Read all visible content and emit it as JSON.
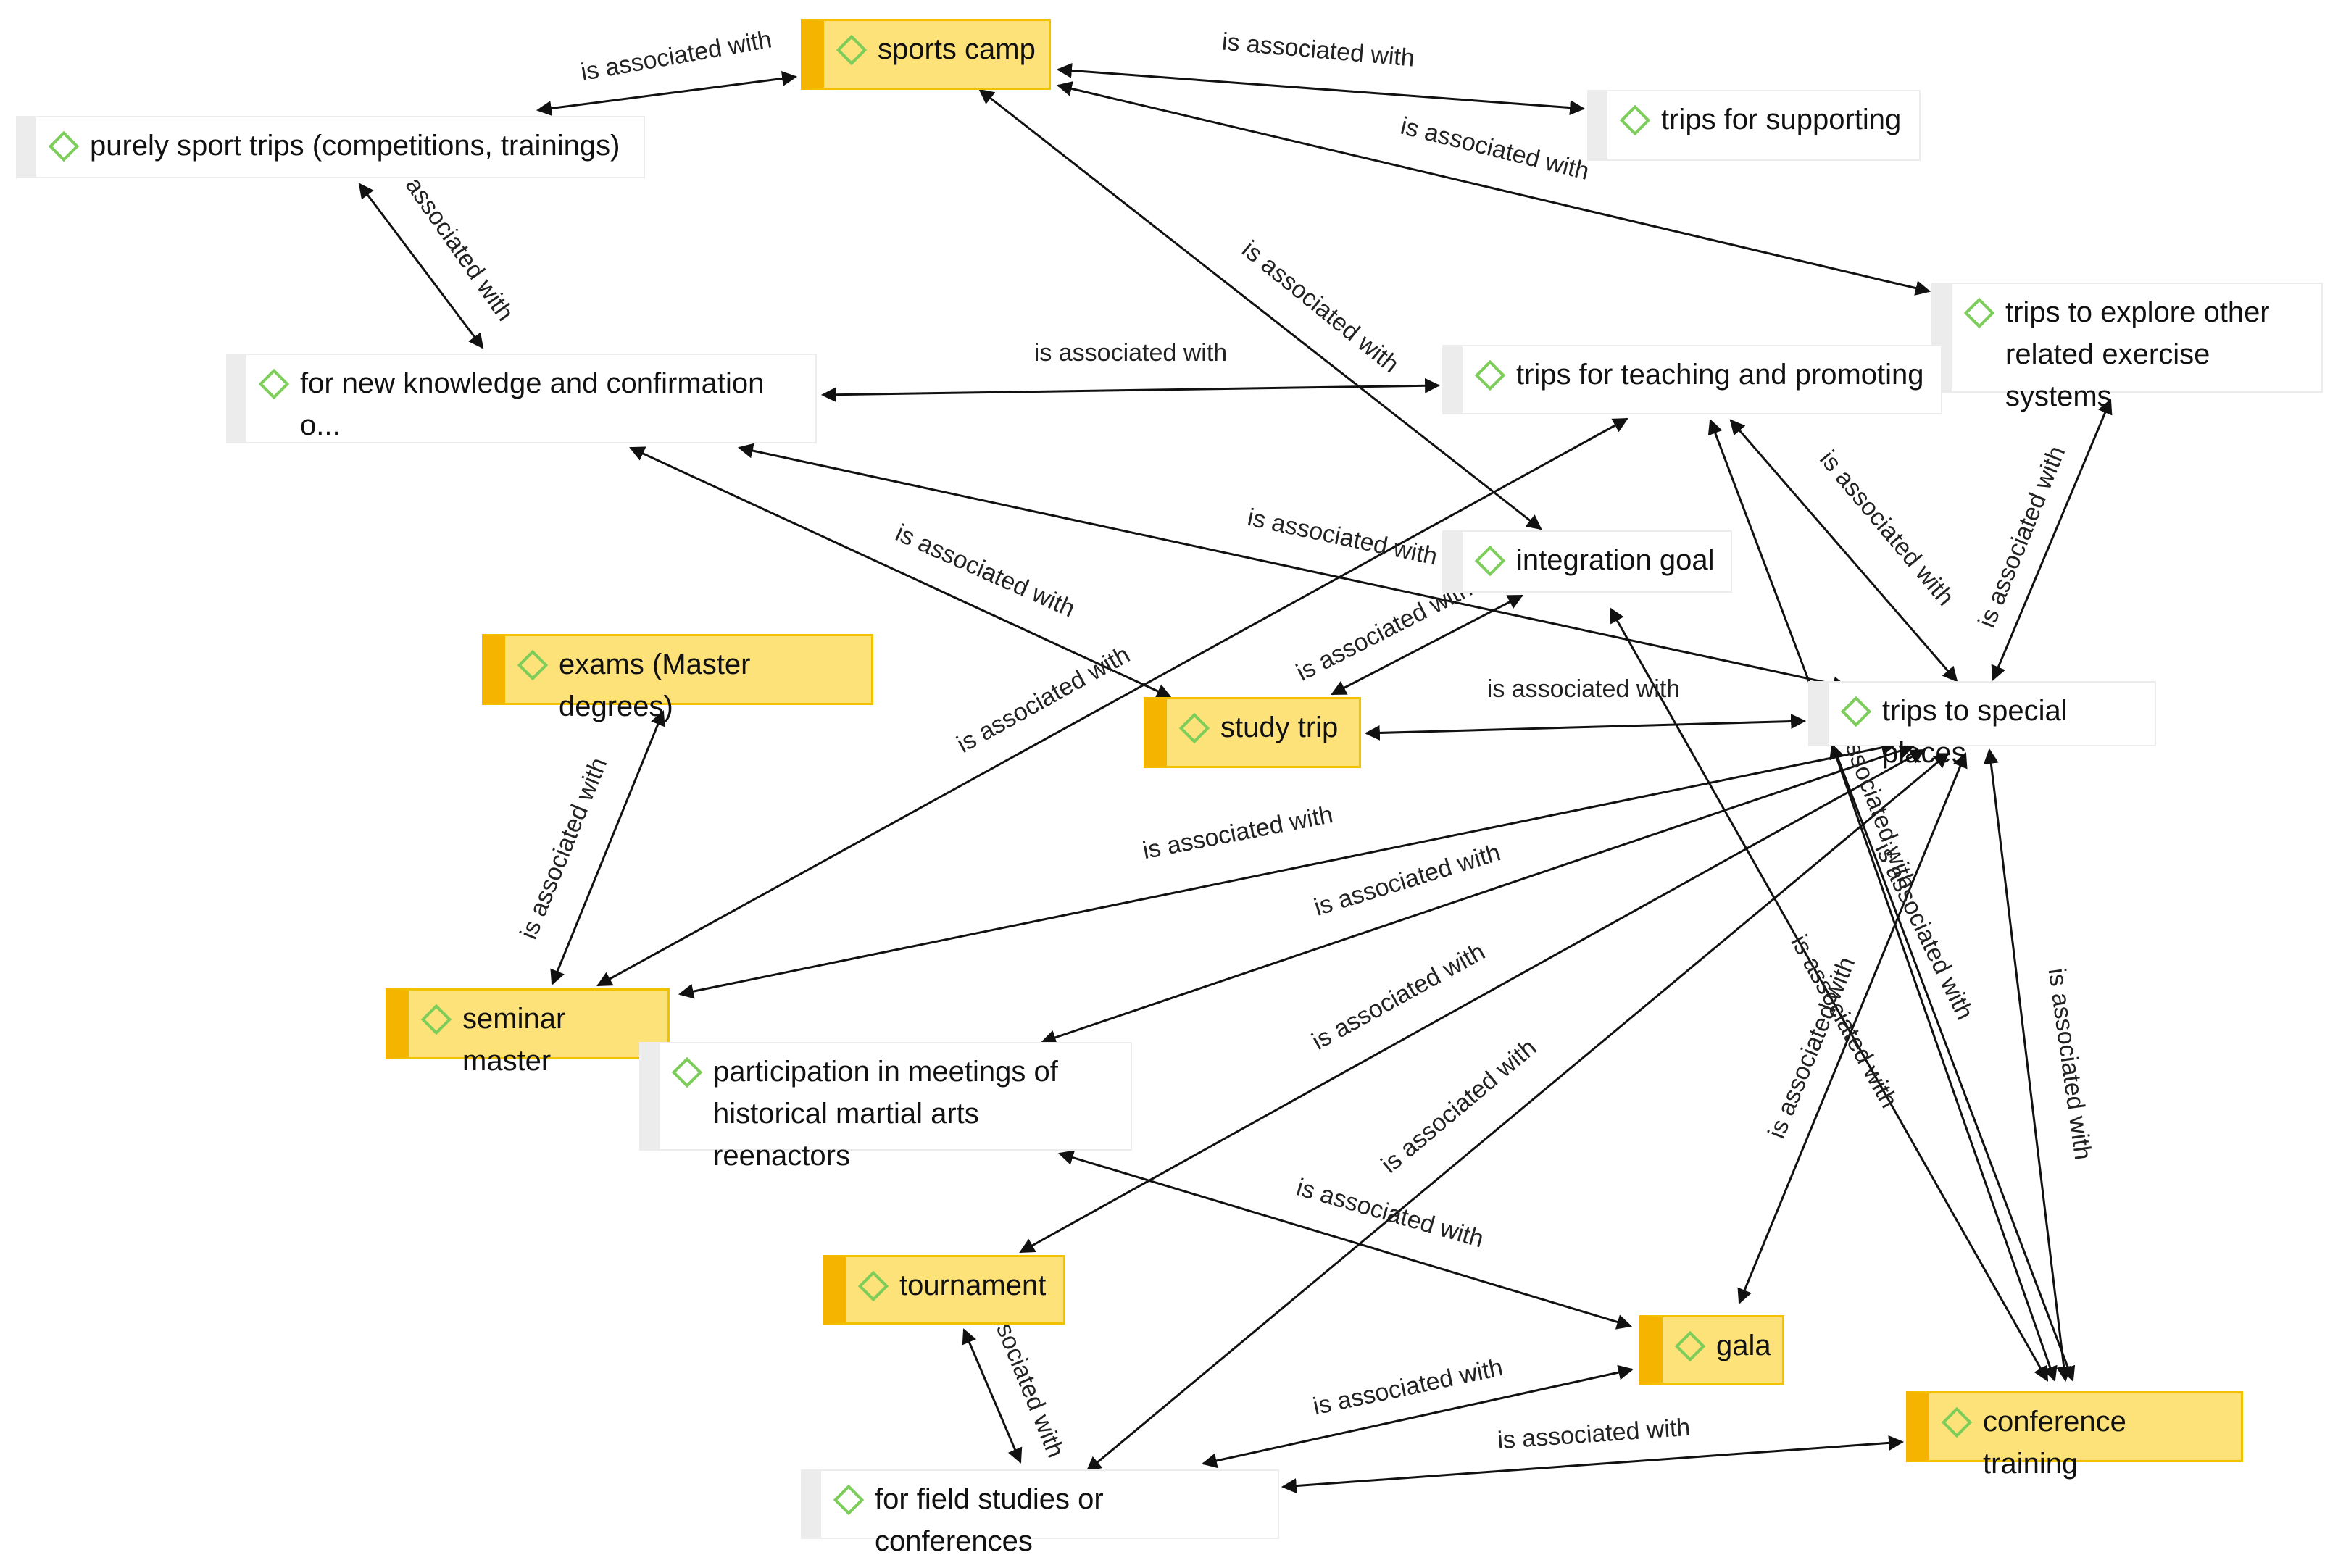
{
  "nodes": {
    "sports_camp": {
      "label": "sports camp",
      "style": "yellow"
    },
    "purely_sport_trips": {
      "label": "purely sport trips (competitions, trainings)",
      "style": "plain"
    },
    "trips_for_supporting": {
      "label": "trips for supporting",
      "style": "plain"
    },
    "trips_to_explore": {
      "label": "trips to explore other\nrelated exercise systems",
      "style": "plain"
    },
    "new_knowledge": {
      "label": "for new knowledge and confirmation o...",
      "style": "plain"
    },
    "trips_teaching": {
      "label": "trips for teaching and promoting",
      "style": "plain"
    },
    "integration_goal": {
      "label": "integration goal",
      "style": "plain"
    },
    "exams": {
      "label": "exams (Master degrees)",
      "style": "yellow"
    },
    "study_trip": {
      "label": "study trip",
      "style": "yellow"
    },
    "trips_special": {
      "label": "trips to special places",
      "style": "plain"
    },
    "seminar_master": {
      "label": "seminar master",
      "style": "yellow"
    },
    "participation": {
      "label": "participation in meetings of\nhistorical martial arts reenactors",
      "style": "plain"
    },
    "tournament": {
      "label": "tournament",
      "style": "yellow"
    },
    "gala": {
      "label": "gala",
      "style": "yellow"
    },
    "conference_training": {
      "label": "conference training",
      "style": "yellow"
    },
    "field_studies": {
      "label": "for field studies or conferences",
      "style": "plain"
    }
  },
  "edges": [
    {
      "label": "is associated with"
    },
    {
      "label": "is associated with"
    },
    {
      "label": "is associated with"
    },
    {
      "label": "is associated with"
    },
    {
      "label": "associated with"
    },
    {
      "label": "is associated with"
    },
    {
      "label": "is associated with"
    },
    {
      "label": "is associated with"
    },
    {
      "label": "is associated with"
    },
    {
      "label": "is associated with"
    },
    {
      "label": "is associated with"
    },
    {
      "label": "is associated with"
    },
    {
      "label": "is associated with"
    },
    {
      "label": "is associated with"
    },
    {
      "label": "is associated with"
    },
    {
      "label": "is associated with"
    },
    {
      "label": "is associated with"
    },
    {
      "label": "is associated with"
    },
    {
      "label": "is associated with"
    },
    {
      "label": "is associated with"
    },
    {
      "label": "is associated with"
    },
    {
      "label": "is associated with"
    },
    {
      "label": "is associated with"
    },
    {
      "label": "is associated with"
    },
    {
      "label": "is associated with"
    },
    {
      "label": "is associated with"
    },
    {
      "label": "ssociated with"
    }
  ],
  "colors": {
    "yellow_fill": "#fde27a",
    "yellow_bar": "#f5b400",
    "plain_bar": "#ececec",
    "icon_green": "#7ccd5a",
    "edge": "#111111"
  },
  "icon": "diamond-icon"
}
